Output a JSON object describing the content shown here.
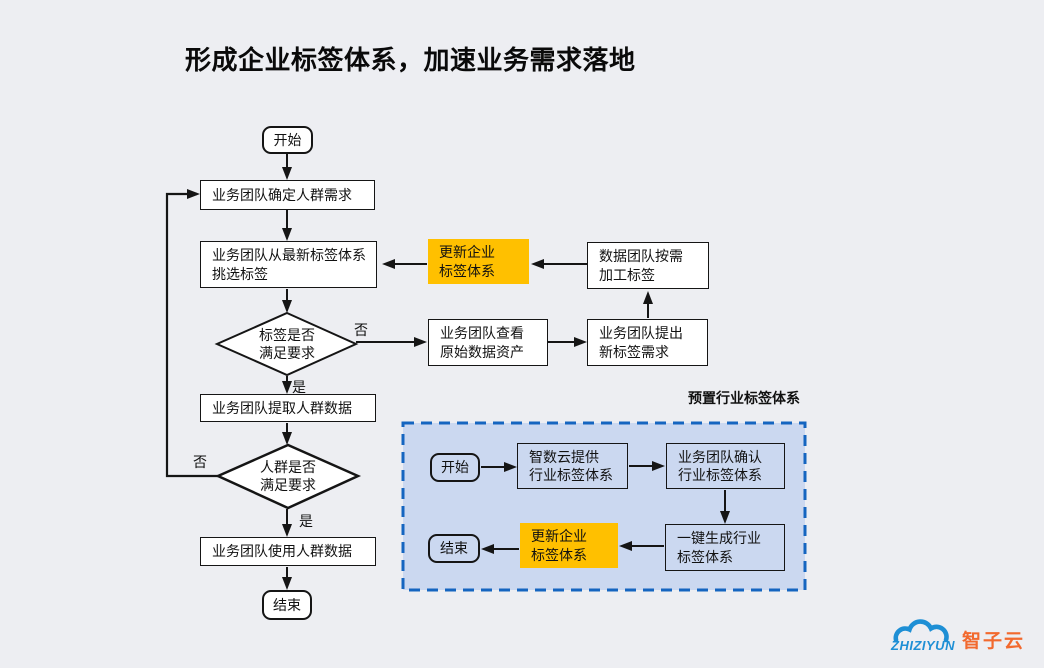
{
  "title": "形成企业标签体系，加速业务需求落地",
  "main_flow": {
    "start": "开始",
    "confirm_demand": "业务团队确定人群需求",
    "pick_labels": "业务团队从最新标签体系\n挑选标签",
    "labels_ok": "标签是否\n满足要求",
    "extract_data": "业务团队提取人群数据",
    "crowd_ok": "人群是否\n满足要求",
    "use_data": "业务团队使用人群数据",
    "end": "结束",
    "yes": "是",
    "no": "否"
  },
  "label_request_flow": {
    "update_system": "更新企业\n标签体系",
    "process_labels": "数据团队按需\n加工标签",
    "view_assets": "业务团队查看\n原始数据资产",
    "propose_labels": "业务团队提出\n新标签需求"
  },
  "preset_panel": {
    "title": "预置行业标签体系",
    "start": "开始",
    "provide": "智数云提供\n行业标签体系",
    "confirm": "业务团队确认\n行业标签体系",
    "generate": "一键生成行业\n标签体系",
    "update": "更新企业\n标签体系",
    "end": "结束"
  },
  "logo": {
    "latin": "ZHIZIYUN",
    "chinese": "智子云"
  },
  "colors": {
    "background": "#EDEEF2",
    "highlight": "#FFC000",
    "panel_fill": "#CBD8F0",
    "panel_border": "#1565C0",
    "logo_blue": "#1E8FD5",
    "logo_orange": "#F2692E"
  }
}
